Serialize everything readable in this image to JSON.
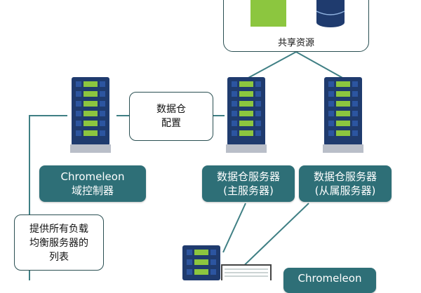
{
  "shared_resources": {
    "label": "共享资源"
  },
  "datavault_config": {
    "line1": "数据仓",
    "line2": "配置"
  },
  "domain_controller": {
    "line1": "Chromeleon",
    "line2": "域控制器"
  },
  "primary_server": {
    "line1": "数据仓服务器",
    "line2": "(主服务器)"
  },
  "secondary_server": {
    "line1": "数据仓服务器",
    "line2": "(从属服务器)"
  },
  "load_balancer_note": {
    "line1": "提供所有负载",
    "line2": "均衡服务器的",
    "line3": "列表"
  },
  "client_label": {
    "line1": "Chromeleon"
  },
  "colors": {
    "teal": "#2e6f77",
    "server_navy": "#1f3b6e",
    "server_green": "#8cc63f",
    "line": "#3f7f84"
  }
}
